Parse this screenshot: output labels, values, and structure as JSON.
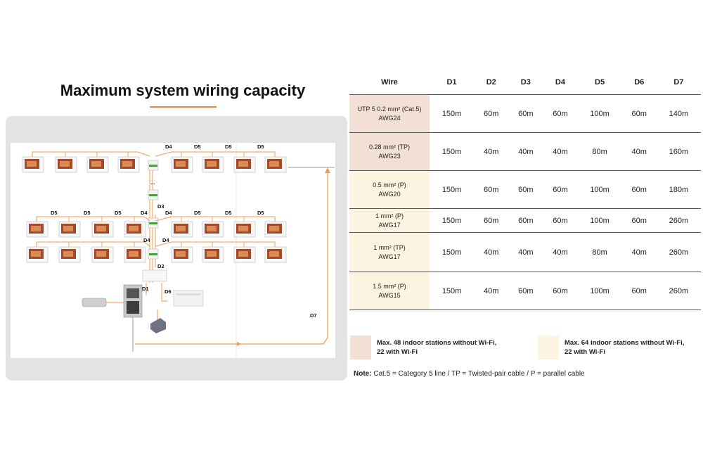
{
  "title": "Maximum system wiring capacity",
  "diagram": {
    "labels": {
      "d1": "D1",
      "d2": "D2",
      "d3": "D3",
      "d4": "D4",
      "d5": "D5",
      "d6": "D6",
      "d7": "D7",
      "ellipsis": "..."
    }
  },
  "table": {
    "headers": [
      "Wire",
      "D1",
      "D2",
      "D3",
      "D4",
      "D5",
      "D6",
      "D7"
    ],
    "rows": [
      {
        "wire_line1": "UTP 5 0.2 mm² (Cat.5)",
        "wire_line2": "AWG24",
        "values": [
          "150m",
          "60m",
          "60m",
          "60m",
          "100m",
          "60m",
          "140m"
        ],
        "group": 1
      },
      {
        "wire_line1": "0.28 mm² (TP)",
        "wire_line2": "AWG23",
        "values": [
          "150m",
          "40m",
          "40m",
          "40m",
          "80m",
          "40m",
          "160m"
        ],
        "group": 1
      },
      {
        "wire_line1": "0.5 mm² (P)",
        "wire_line2": "AWG20",
        "values": [
          "150m",
          "60m",
          "60m",
          "60m",
          "100m",
          "60m",
          "180m"
        ],
        "group": 2
      },
      {
        "wire_line1": "1 mm² (P)",
        "wire_line2": "AWG17",
        "values": [
          "150m",
          "60m",
          "60m",
          "60m",
          "100m",
          "60m",
          "260m"
        ],
        "group": 2
      },
      {
        "wire_line1": "1 mm² (TP)",
        "wire_line2": "AWG17",
        "values": [
          "150m",
          "40m",
          "40m",
          "40m",
          "80m",
          "40m",
          "260m"
        ],
        "group": 2
      },
      {
        "wire_line1": "1.5 mm² (P)",
        "wire_line2": "AWG15",
        "values": [
          "150m",
          "40m",
          "60m",
          "60m",
          "100m",
          "60m",
          "260m"
        ],
        "group": 2
      }
    ]
  },
  "legend": {
    "item1": {
      "line1": "Max. 48 indoor stations without Wi-Fi,",
      "line2": "22 with Wi-Fi",
      "color": "#f2e0d7"
    },
    "item2": {
      "line1": "Max. 64 indoor stations without Wi-Fi,",
      "line2": "22 with Wi-Fi",
      "color": "#fdf3e1"
    }
  },
  "note": {
    "label": "Note:",
    "text": " Cat.5 = Category 5 line / TP = Twisted-pair cable / P = parallel cable"
  },
  "colors": {
    "accent": "#f0844a",
    "wire": "#f39a4a",
    "panel": "#e3e3e3"
  }
}
